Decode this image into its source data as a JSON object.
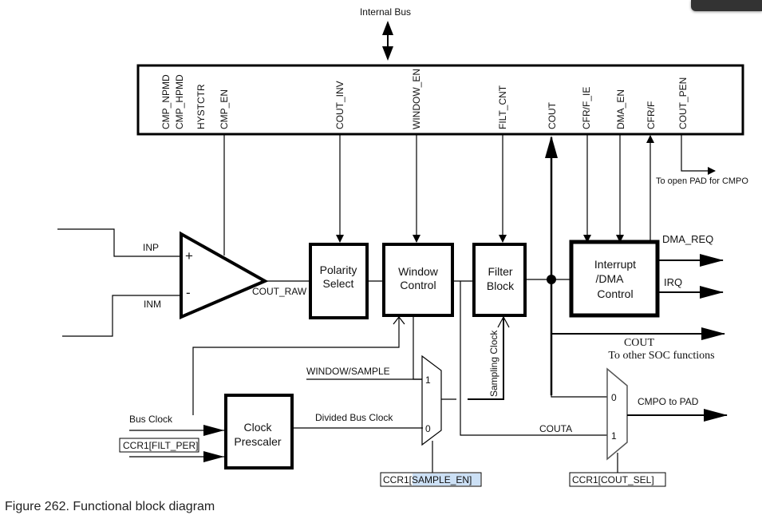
{
  "figure": {
    "caption": "Figure 262.  Functional block diagram",
    "internal_bus": "Internal Bus"
  },
  "register_fields": [
    "CMP_NPMD",
    "CMP_HPMD",
    "HYSTCTR",
    "CMP_EN",
    "COUT_INV",
    "WINDOW_EN",
    "FILT_CNT",
    "COUT",
    "CFR/F_IE",
    "DMA_EN",
    "CFR/F",
    "COUT_PEN"
  ],
  "blocks": {
    "polarity": [
      "Polarity",
      "Select"
    ],
    "window": [
      "Window",
      "Control"
    ],
    "filter": [
      "Filter",
      "Block"
    ],
    "interrupt": [
      "Interrupt",
      "/DMA",
      "Control"
    ],
    "prescaler": [
      "Clock",
      "Prescaler"
    ]
  },
  "signals": {
    "inp": "INP",
    "inm": "INM",
    "plus": "+",
    "minus": "-",
    "cout_raw": "COUT_RAW",
    "dma_req": "DMA_REQ",
    "irq": "IRQ",
    "cout": "COUT",
    "cout_other": "To other SOC functions",
    "to_open_pad": "To open PAD for CMPO",
    "window_sample": "WINDOW/SAMPLE",
    "sampling_clock": "Sampling Clock",
    "bus_clock": "Bus Clock",
    "divided_bus_clock": "Divided Bus Clock",
    "couta": "COUTA",
    "cmpo_to_pad": "CMPO to PAD",
    "mux_in1": "1",
    "mux_in0": "0"
  },
  "registers": {
    "filt_per": "CCR1[FILT_PER]",
    "sample_en_prefix": "CCR1[",
    "sample_en_field": "SAMPLE_EN]",
    "cout_sel": "CCR1[COUT_SEL]"
  },
  "colors": {
    "highlight": "#cce0f5",
    "line": "#000000"
  }
}
